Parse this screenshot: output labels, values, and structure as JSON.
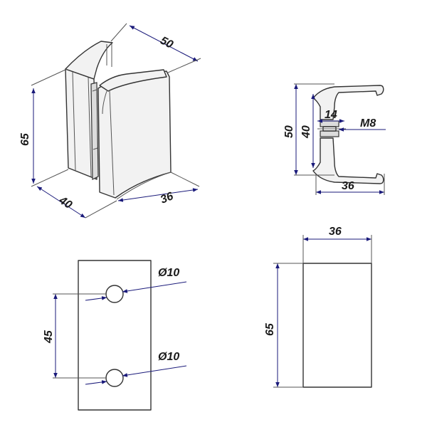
{
  "dimensions": {
    "iso_depth": "50",
    "iso_height": "65",
    "iso_width": "40",
    "iso_front": "36",
    "side_height": "50",
    "side_inner": "40",
    "side_bolt_head": "14",
    "side_thread": "M8",
    "side_width": "36",
    "back_hole_spacing": "45",
    "back_hole_top_dia": "Ø10",
    "back_hole_bottom_dia": "Ø10",
    "front_width": "36",
    "front_height": "65"
  },
  "colors": {
    "outline": "#333333",
    "dimension_line": "#1a1a7a",
    "text": "#1a1a1a"
  }
}
